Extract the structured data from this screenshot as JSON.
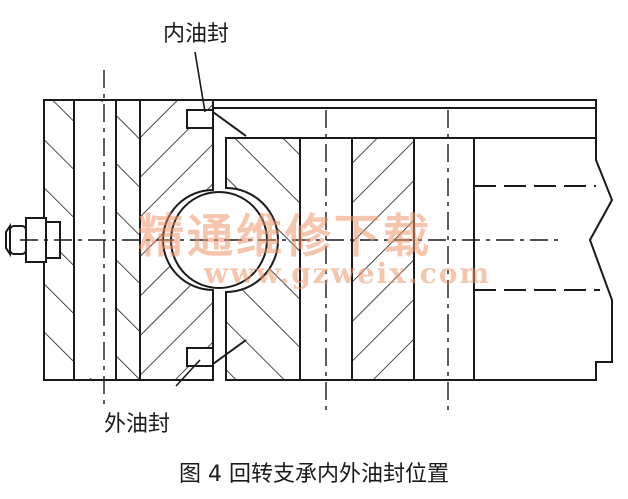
{
  "labels": {
    "inner_seal": "内油封",
    "outer_seal": "外油封"
  },
  "caption": "图 4 回转支承内外油封位置",
  "watermark": {
    "title": "精通维修下载",
    "url": "www.gzweix.com",
    "color": "#ec9669"
  },
  "colors": {
    "line": "#1a1a1a",
    "background": "#ffffff"
  }
}
